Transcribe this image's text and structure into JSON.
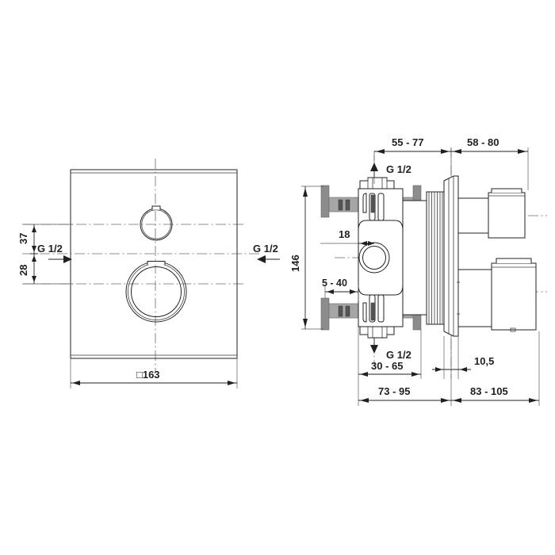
{
  "drawing": {
    "title": "Thermostatic concealed shower valve - technical dimension drawing",
    "units": "mm",
    "background_color": "#ffffff",
    "line_color": "#231f20"
  },
  "front_view": {
    "name": "square-face-plate-front-view",
    "plate_label": "□163",
    "vertical_dims": [
      {
        "label": "37",
        "desc": "top-button-center-to-main-center"
      },
      {
        "label": "28",
        "desc": "main-center-to-lower-reference"
      }
    ],
    "inlet_left_label": "G 1/2",
    "inlet_right_label": "G 1/2",
    "controls": [
      {
        "name": "diverter-button",
        "shape": "circle"
      },
      {
        "name": "temperature-handle",
        "shape": "double-circle"
      }
    ]
  },
  "side_view": {
    "name": "valve-body-side-section-view",
    "dims_top": [
      {
        "label": "55 - 77",
        "desc": "body-to-wall-finish-range"
      },
      {
        "label": "58 - 80",
        "desc": "wall-plate-to-handle-end-range"
      }
    ],
    "dims_bottom": [
      {
        "label": "30 - 65",
        "desc": "body-depth-range"
      },
      {
        "label": "10,5",
        "desc": "plate-thickness"
      },
      {
        "label": "73 - 95",
        "desc": "overall-rear-range"
      },
      {
        "label": "83 - 105",
        "desc": "overall-front-range"
      }
    ],
    "dims_left": [
      {
        "label": "146",
        "desc": "overall-height-between-flanges"
      }
    ],
    "dims_inner": [
      {
        "label": "18",
        "desc": "center-offset"
      },
      {
        "label": "5 - 40",
        "desc": "tiling-depth-range"
      }
    ],
    "port_top_label": "G 1/2",
    "port_bottom_label": "G 1/2"
  }
}
